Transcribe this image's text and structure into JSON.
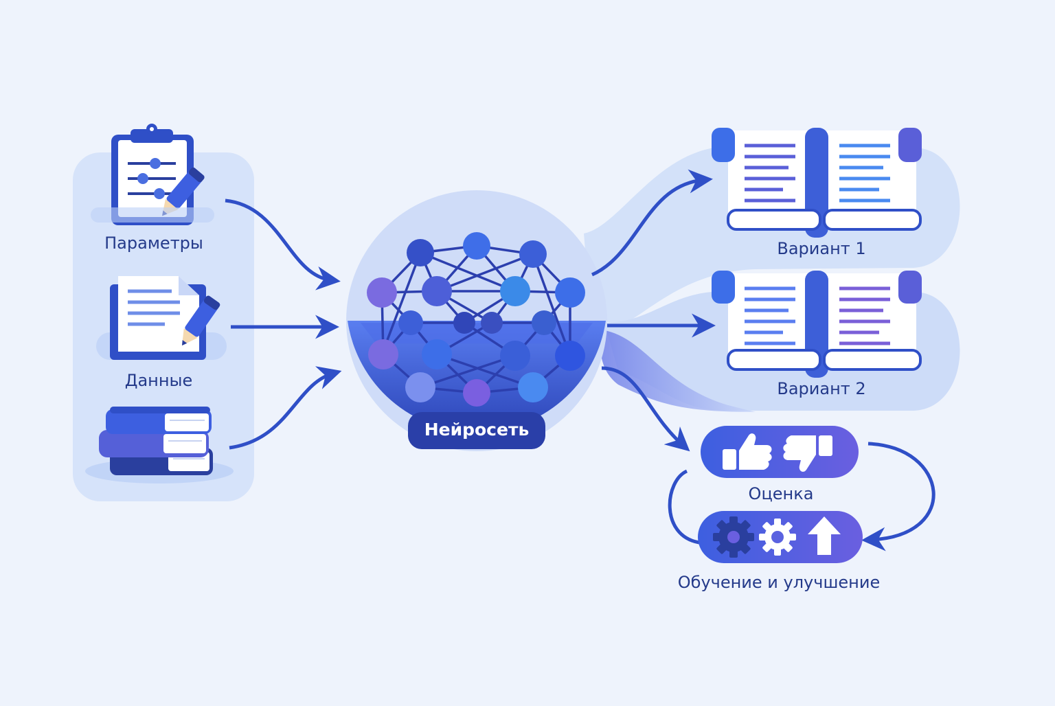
{
  "inputs": [
    {
      "label": "Параметры",
      "icon": "clipboard-sliders-icon"
    },
    {
      "label": "Данные",
      "icon": "document-edit-icon"
    },
    {
      "label": "",
      "icon": "books-icon"
    }
  ],
  "network": {
    "label": "Нейросеть",
    "icon": "neural-network-icon"
  },
  "outputs": [
    {
      "label": "Вариант 1",
      "icon": "scroll-pages-icon"
    },
    {
      "label": "Вариант 2",
      "icon": "scroll-pages-icon"
    }
  ],
  "feedback": {
    "rating_label": "Оценка",
    "training_label": "Обучение и улучшение",
    "rating_icons": [
      "thumbs-up-icon",
      "thumbs-down-icon"
    ],
    "training_icons": [
      "gear-icon",
      "gear-icon",
      "arrow-up-icon"
    ]
  },
  "colors": {
    "background": "#eef3fc",
    "panel": "#d6e3fa",
    "primary": "#2f4fc7",
    "dark": "#2a3f9e",
    "accent_violet": "#7a6be0",
    "text": "#243a8a"
  }
}
